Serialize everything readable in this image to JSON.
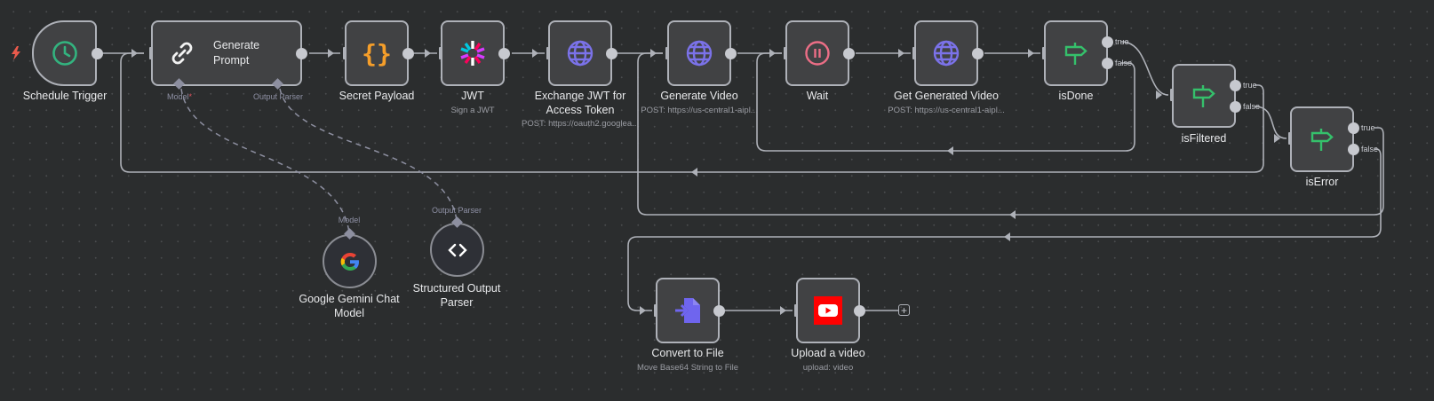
{
  "canvas": {
    "background": "#2b2d2e",
    "edge_color": "#aeb1b8",
    "add_node_icon": "plus-icon"
  },
  "trigger_marker": {
    "icon": "lightning-bolt-icon",
    "color": "#ea5a4c"
  },
  "nodes": {
    "schedule_trigger": {
      "label": "Schedule Trigger",
      "icon": "clock-icon",
      "icon_color": "#33b37f"
    },
    "generate_prompt": {
      "title_line1": "Generate",
      "title_line2": "Prompt",
      "icon": "link-icon",
      "ports": {
        "model": "Model",
        "model_required": "*",
        "output_parser": "Output Parser"
      }
    },
    "secret_payload": {
      "label": "Secret Payload",
      "icon": "curly-braces-icon",
      "icon_color": "#f59e2a"
    },
    "jwt": {
      "label": "JWT",
      "sublabel": "Sign a JWT",
      "icon": "jwt-icon"
    },
    "exchange_jwt": {
      "label_line1": "Exchange JWT for",
      "label_line2": "Access Token",
      "sublabel": "POST: https://oauth2.googlea...",
      "icon": "globe-icon",
      "icon_color": "#7b72e9"
    },
    "generate_video": {
      "label": "Generate Video",
      "sublabel": "POST: https://us-central1-aipl...",
      "icon": "globe-icon",
      "icon_color": "#7b72e9"
    },
    "wait": {
      "label": "Wait",
      "icon": "pause-circle-icon",
      "icon_color": "#ec6e86"
    },
    "get_generated_video": {
      "label": "Get Generated Video",
      "sublabel": "POST: https://us-central1-aipl...",
      "icon": "globe-icon",
      "icon_color": "#7b72e9"
    },
    "is_done": {
      "label": "isDone",
      "icon": "signpost-icon",
      "icon_color": "#35c06b",
      "true_label": "true",
      "false_label": "false"
    },
    "is_filtered": {
      "label": "isFiltered",
      "icon": "signpost-icon",
      "icon_color": "#35c06b",
      "true_label": "true",
      "false_label": "false"
    },
    "is_error": {
      "label": "isError",
      "icon": "signpost-icon",
      "icon_color": "#35c06b",
      "true_label": "true",
      "false_label": "false"
    },
    "gemini": {
      "label_line1": "Google Gemini Chat",
      "label_line2": "Model",
      "port": "Model",
      "icon": "google-icon"
    },
    "structured_parser": {
      "label_line1": "Structured Output",
      "label_line2": "Parser",
      "port": "Output Parser",
      "icon": "code-brackets-icon"
    },
    "convert_to_file": {
      "label": "Convert to File",
      "sublabel": "Move Base64 String to File",
      "icon": "file-import-icon",
      "icon_color": "#6f65ee"
    },
    "upload_video": {
      "label": "Upload a video",
      "sublabel": "upload: video",
      "icon": "youtube-icon",
      "icon_color": "#ff0000"
    }
  },
  "add_button": {
    "label": "+"
  }
}
